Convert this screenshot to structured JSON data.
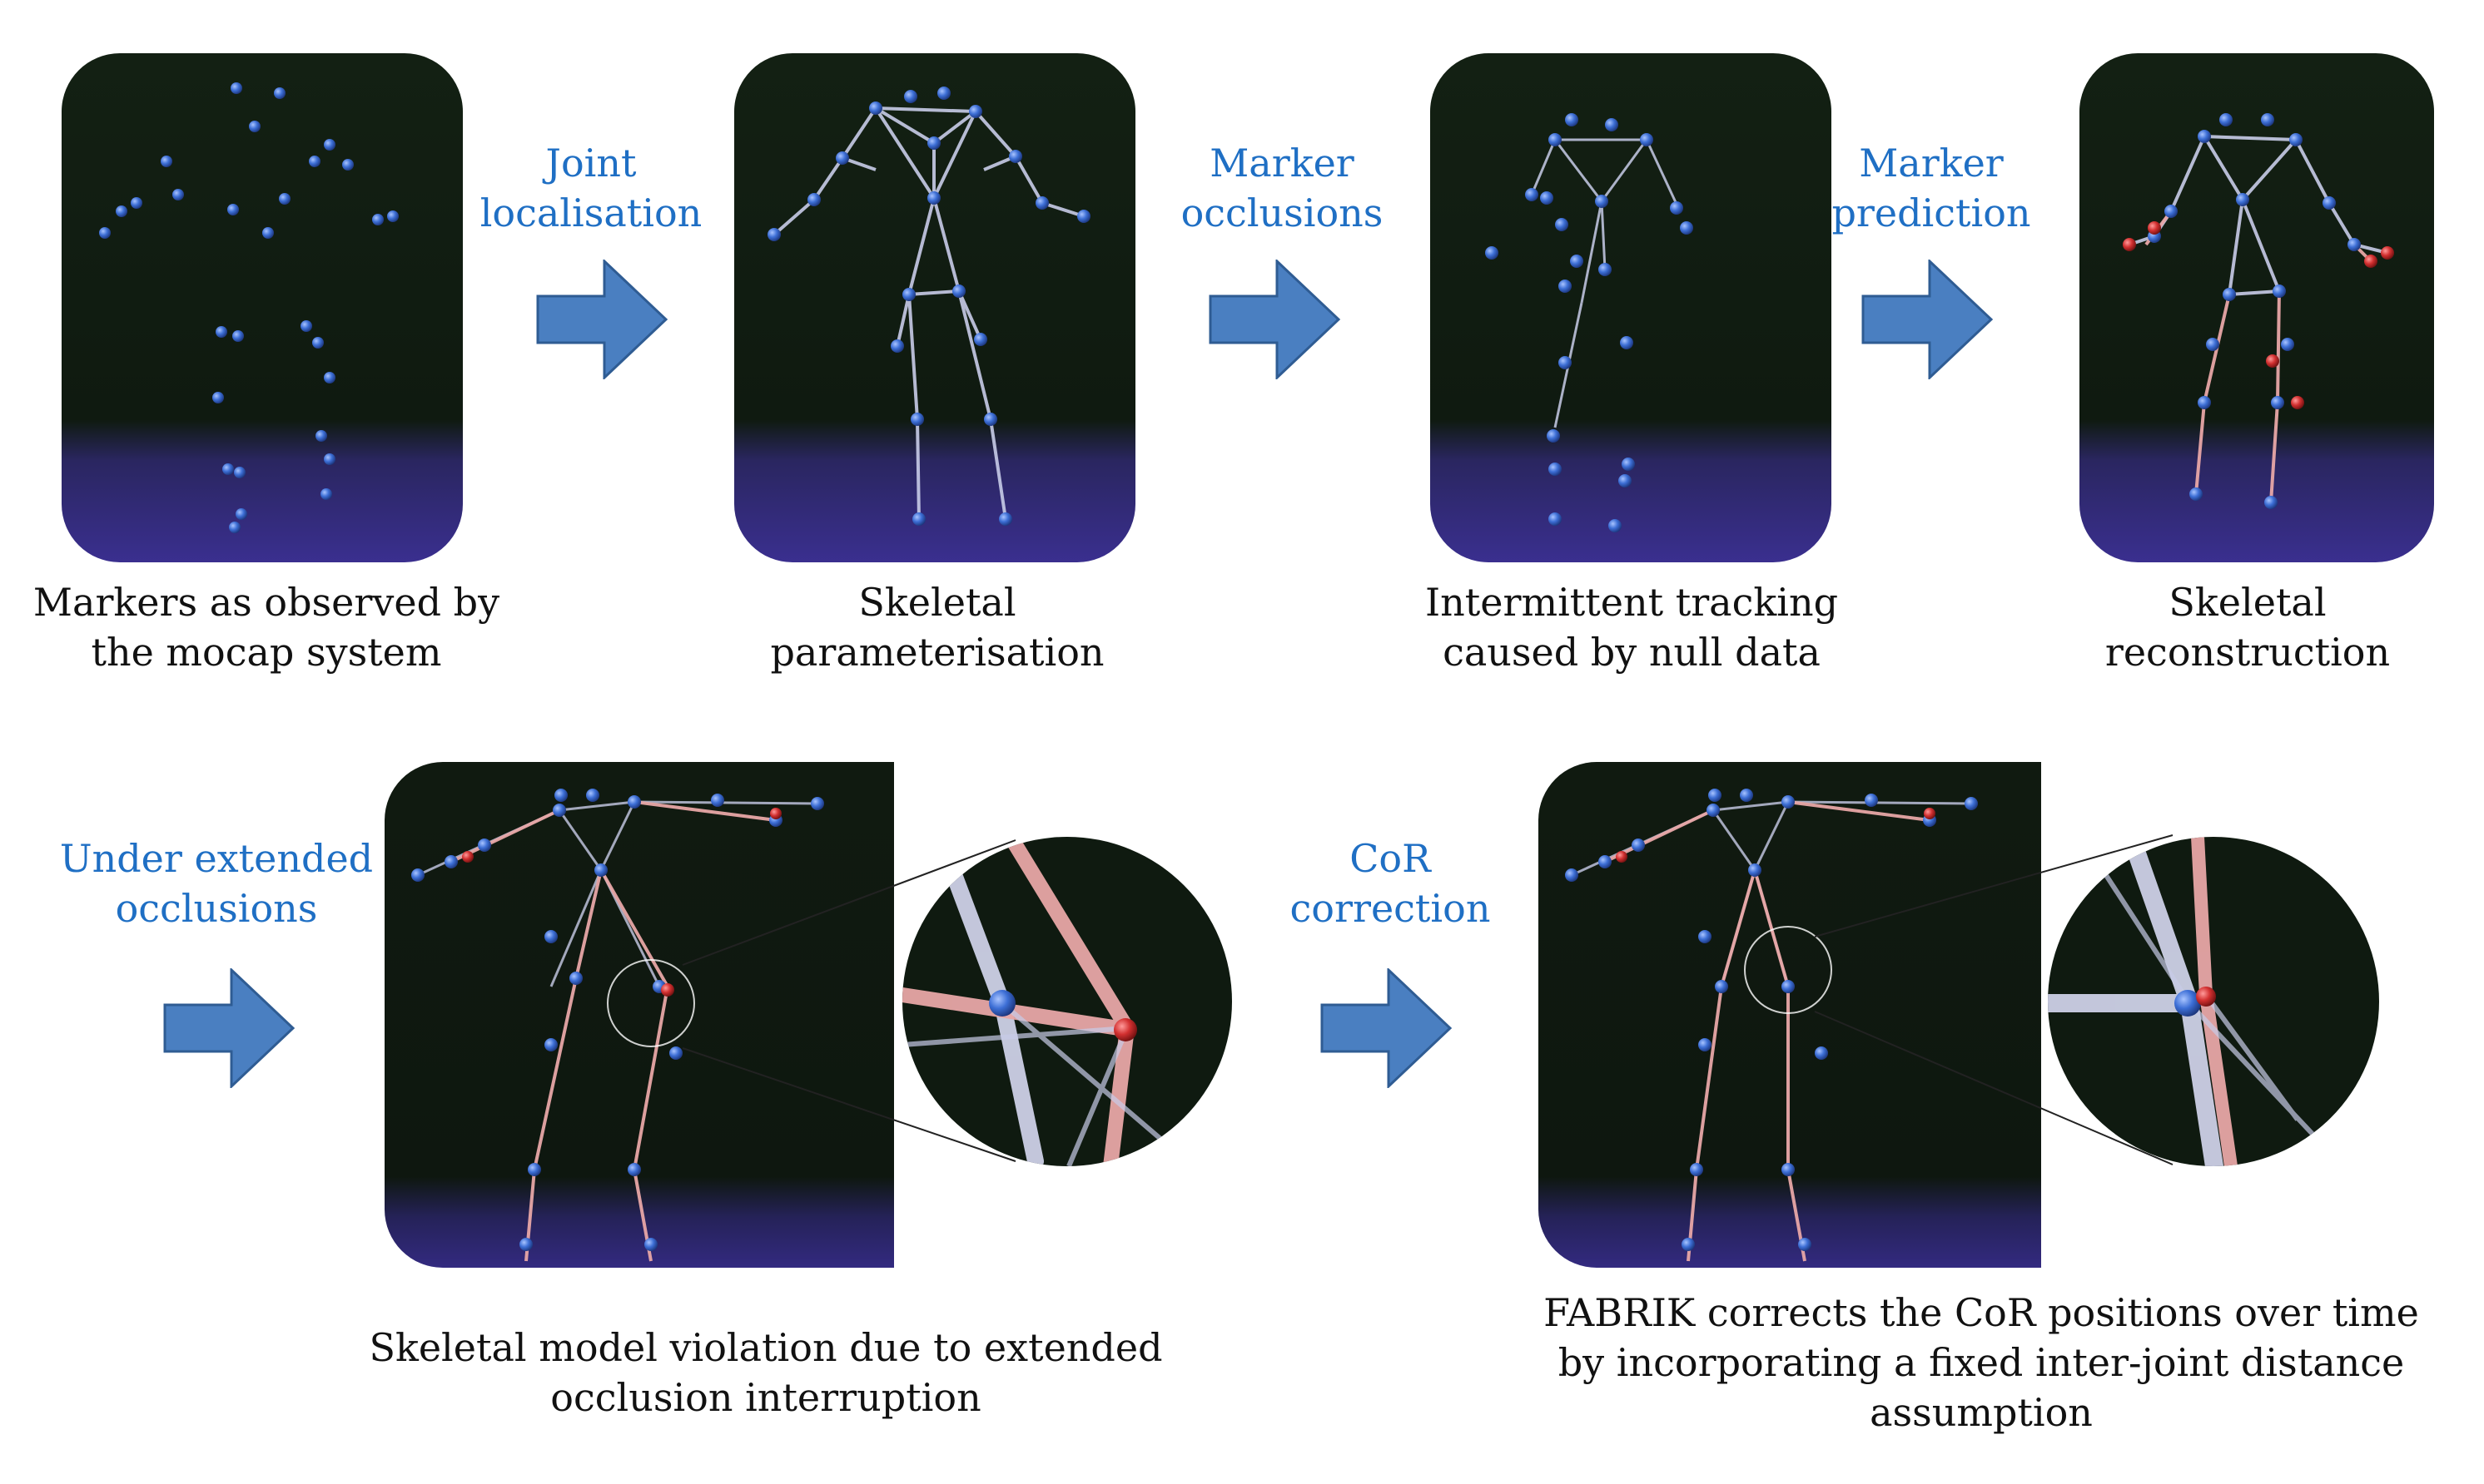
{
  "colors": {
    "stage_label": "#1f6fc4",
    "caption": "#111111",
    "arrow_fill": "#4a7fc1",
    "arrow_stroke": "#2f5c93",
    "marker": "#3d6fd6",
    "marker_error": "#d23030",
    "bone": "#c8cce8",
    "bone_error": "#e8a7a7",
    "bg_top": "#0f1a0f",
    "floor": "#3a2f8f"
  },
  "stages": [
    {
      "label_line1": "Joint",
      "label_line2": "localisation"
    },
    {
      "label_line1": "Marker",
      "label_line2": "occlusions"
    },
    {
      "label_line1": "Marker",
      "label_line2": "prediction"
    },
    {
      "label_line1": "Under extended",
      "label_line2": "occlusions"
    },
    {
      "label_line1": "CoR",
      "label_line2": "correction"
    }
  ],
  "captions": [
    {
      "line1": "Markers as observed by",
      "line2": "the mocap system"
    },
    {
      "line1": "Skeletal",
      "line2": "parameterisation"
    },
    {
      "line1": "Intermittent tracking",
      "line2": "caused by null data"
    },
    {
      "line1": "Skeletal",
      "line2": "reconstruction"
    },
    {
      "line1": "Skeletal model violation due to extended",
      "line2": "occlusion interruption"
    },
    {
      "line1": "FABRIK corrects the CoR positions over time",
      "line2": "by incorporating a fixed inter-joint distance",
      "line3": "assumption"
    }
  ]
}
